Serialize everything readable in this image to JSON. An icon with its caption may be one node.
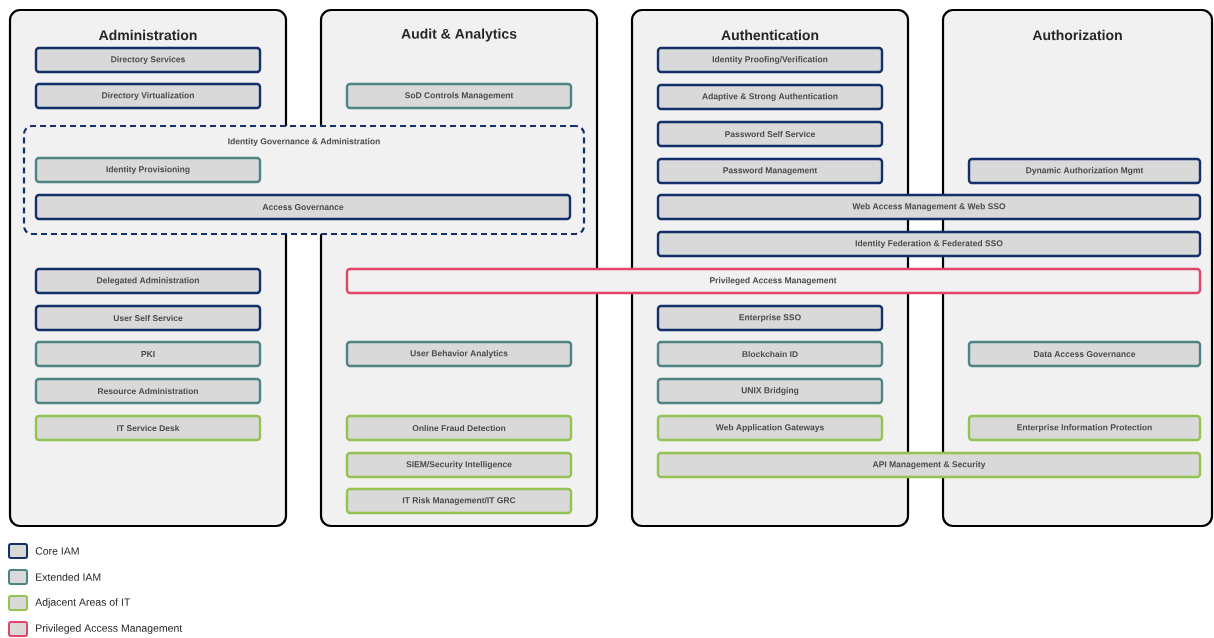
{
  "diagram": {
    "nodes": [
      {
        "text": [
          "Administration"
        ]
      },
      {
        "text": [
          "Audit & Analytics"
        ]
      },
      {
        "text": [
          "Authentication"
        ]
      },
      {
        "text": [
          "Authorization"
        ]
      },
      {
        "text": [
          "Directory Services"
        ],
        "in": 0
      },
      {
        "text": [
          "Identity Proofing/Verification"
        ],
        "in": 2
      },
      {
        "text": [
          "Directory Virtualization"
        ],
        "in": 0
      },
      {
        "text": [
          "SoD Controls Management"
        ],
        "in": 1
      },
      {
        "text": [
          "Adaptive & Strong Authentication"
        ],
        "in": 2
      },
      {
        "text": [
          "Password Self Service"
        ],
        "in": 2
      },
      {
        "text": [
          "Identity Governance & Administration"
        ]
      },
      {
        "text": [
          "Identity Provisioning"
        ]
      },
      {
        "text": [
          "Password Management"
        ],
        "in": 2
      },
      {
        "text": [
          "Dynamic Authorization Mgmt"
        ],
        "in": 3
      },
      {
        "text": [
          "Access Governance"
        ],
        "in": 10
      },
      {
        "text": [
          "Web Access Management & Web SSO"
        ]
      },
      {
        "text": [
          "Identity Federation & Federated SSO"
        ]
      },
      {
        "text": [
          "Delegated Administration"
        ],
        "in": 0
      },
      {
        "text": [
          "Privileged Access Management"
        ]
      },
      {
        "text": [
          "User Self Service"
        ],
        "in": 0
      },
      {
        "text": [
          "Enterprise SSO"
        ],
        "in": 2
      },
      {
        "text": [
          "PKI"
        ],
        "in": 0
      },
      {
        "text": [
          "User Behavior Analytics"
        ],
        "in": 1
      },
      {
        "text": [
          "Blockchain ID"
        ],
        "in": 2
      },
      {
        "text": [
          "Data Access Governance"
        ],
        "in": 3
      },
      {
        "text": [
          "Resource Administration"
        ],
        "in": 0
      },
      {
        "text": [
          "UNIX Bridging"
        ],
        "in": 2
      },
      {
        "text": [
          "IT Service Desk"
        ],
        "in": 0
      },
      {
        "text": [
          "Online Fraud Detection"
        ],
        "in": 1
      },
      {
        "text": [
          "Web Application Gateways"
        ],
        "in": 2
      },
      {
        "text": [
          "Enterprise Information Protection"
        ],
        "in": 3
      },
      {
        "text": [
          "SIEM/Security Intelligence"
        ],
        "in": 1
      },
      {
        "text": [
          "API Management & Security"
        ]
      },
      {
        "text": [
          "IT Risk Management/IT GRC"
        ],
        "in": 1
      }
    ],
    "legend": [
      {
        "text": "Core IAM",
        "color": "#13306b"
      },
      {
        "text": "Extended IAM",
        "color": "#4f8484"
      },
      {
        "text": "Adjacent Areas of IT",
        "color": "#92c353"
      },
      {
        "text": "Privileged Access Management",
        "color": "#e0456a"
      }
    ]
  }
}
